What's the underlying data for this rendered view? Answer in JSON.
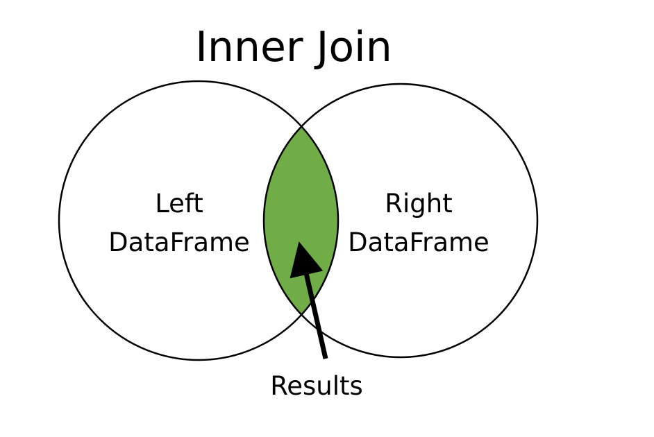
{
  "title": "Inner Join",
  "left_set": {
    "line1": "Left",
    "line2": "DataFrame"
  },
  "right_set": {
    "line1": "Right",
    "line2": "DataFrame"
  },
  "result_label": "Results",
  "colors": {
    "intersection_fill": "#70AD47",
    "outline": "#000000",
    "background": "#ffffff"
  }
}
